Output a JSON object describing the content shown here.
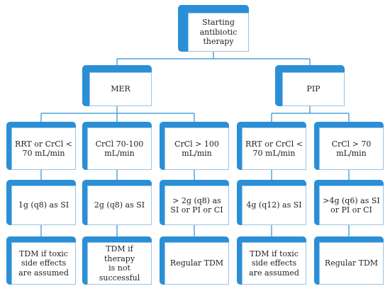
{
  "colors": {
    "box_fill": "#2a8fd6",
    "box_inner": "#ffffff",
    "line": "#2a8fd6",
    "text": "#222222"
  },
  "nodes": {
    "root": "Starting antibiotic therapy",
    "mer": "MER",
    "pip": "PIP",
    "mer_crcl_low": "RRT or CrCl <\n70 mL/min",
    "mer_crcl_mid": "CrCl 70-100\nmL/min",
    "mer_crcl_high": "CrCl > 100\nmL/min",
    "pip_crcl_low": "RRT or CrCl <\n70 mL/min",
    "pip_crcl_high": "CrCl > 70\nmL/min",
    "mer_dose_low": "1g (q8) as SI",
    "mer_dose_mid": "2g (q8) as SI",
    "mer_dose_high": "> 2g (q8) as\nSI or PI or CI",
    "pip_dose_low": "4g (q12) as SI",
    "pip_dose_high": ">4g (q6) as SI\nor PI or CI",
    "mer_tdm_low": "TDM if toxic\nside effects\nare assumed",
    "mer_tdm_mid": "TDM if therapy\nis not\nsuccessful",
    "mer_tdm_high": "Regular TDM",
    "pip_tdm_low": "TDM if toxic\nside effects\nare assumed",
    "pip_tdm_high": "Regular TDM"
  }
}
